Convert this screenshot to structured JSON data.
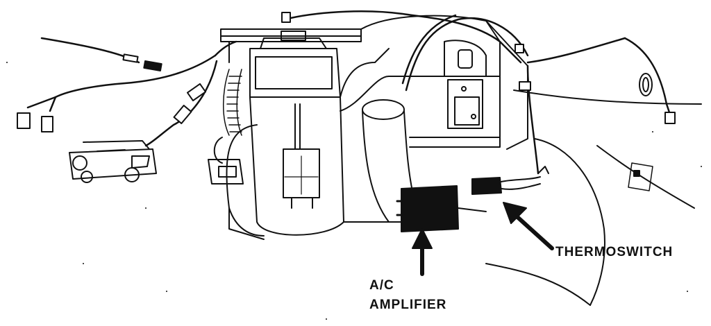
{
  "callouts": {
    "thermoswitch": "THERMOSWITCH",
    "ac_amplifier_line1": "A/C",
    "ac_amplifier_line2": "AMPLIFIER"
  },
  "colors": {
    "ink": "#111111",
    "paper": "#ffffff"
  }
}
